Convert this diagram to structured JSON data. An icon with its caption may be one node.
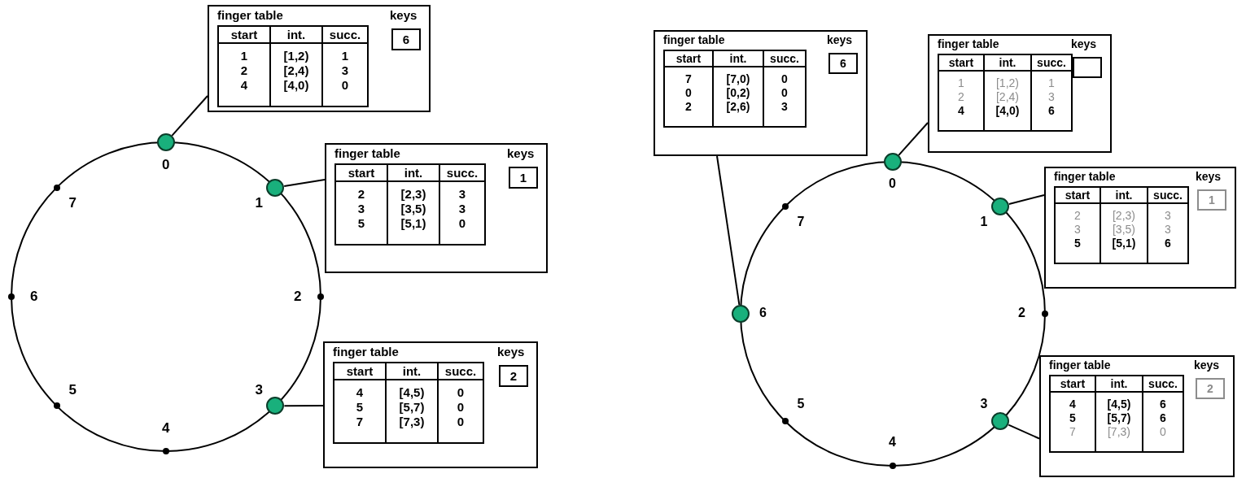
{
  "diagram": {
    "nodes": [
      {
        "text": [
          "finger table",
          "keys",
          "6",
          "start",
          "int.",
          "succ.",
          "1",
          "[1,2)",
          "1",
          "2",
          "[2,4)",
          "3",
          "4",
          "[4,0)",
          "0"
        ]
      },
      {
        "text": [
          "finger table",
          "keys",
          "1",
          "start",
          "int.",
          "succ.",
          "2",
          "[2,3)",
          "3",
          "3",
          "[3,5)",
          "3",
          "5",
          "[5,1)",
          "0"
        ]
      },
      {
        "text": [
          "finger table",
          "keys",
          "2",
          "start",
          "int.",
          "succ.",
          "4",
          "[4,5)",
          "0",
          "5",
          "[5,7)",
          "0",
          "7",
          "[7,3)",
          "0"
        ]
      },
      {
        "text": [],
        "shape": "circle",
        "beside": [
          "0"
        ]
      },
      {
        "text": [],
        "shape": "circle",
        "beside": [
          "1"
        ]
      },
      {
        "text": [],
        "shape": "circle",
        "beside": [
          "2"
        ]
      },
      {
        "text": [],
        "shape": "circle",
        "beside": [
          "3"
        ]
      },
      {
        "text": [],
        "shape": "circle",
        "beside": [
          "4"
        ]
      },
      {
        "text": [],
        "shape": "circle",
        "beside": [
          "5"
        ]
      },
      {
        "text": [],
        "shape": "circle",
        "beside": [
          "6"
        ]
      },
      {
        "text": [],
        "shape": "circle",
        "beside": [
          "7"
        ]
      },
      {
        "text": [
          "finger table",
          "keys",
          "6",
          "start",
          "int.",
          "succ.",
          "7",
          "[7,0)",
          "0",
          "0",
          "[0,2)",
          "0",
          "2",
          "[2,6)",
          "3"
        ]
      },
      {
        "text": [
          "finger table",
          "keys",
          "start",
          "int.",
          "succ.",
          "1",
          "[1,2)",
          "1",
          "2",
          "[2,4)",
          "3",
          "4",
          "[4,0)",
          "6"
        ]
      },
      {
        "text": [
          "finger table",
          "keys",
          "1",
          "start",
          "int.",
          "succ.",
          "2",
          "[2,3)",
          "3",
          "3",
          "[3,5)",
          "3",
          "5",
          "[5,1)",
          "6"
        ]
      },
      {
        "text": [
          "finger table",
          "keys",
          "2",
          "start",
          "int.",
          "succ.",
          "4",
          "[4,5)",
          "6",
          "5",
          "[5,7)",
          "6",
          "7",
          "[7,3)",
          "0"
        ]
      },
      {
        "text": [],
        "shape": "circle",
        "beside": [
          "0"
        ]
      },
      {
        "text": [],
        "shape": "circle",
        "beside": [
          "1"
        ]
      },
      {
        "text": [],
        "shape": "circle",
        "beside": [
          "2"
        ]
      },
      {
        "text": [],
        "shape": "circle",
        "beside": [
          "3"
        ]
      },
      {
        "text": [],
        "shape": "circle",
        "beside": [
          "4"
        ]
      },
      {
        "text": [],
        "shape": "circle",
        "beside": [
          "5"
        ]
      },
      {
        "text": [],
        "shape": "circle",
        "beside": [
          "6"
        ]
      },
      {
        "text": [],
        "shape": "circle",
        "beside": [
          "7"
        ]
      }
    ],
    "edges": [
      {
        "from": 0,
        "to": 3,
        "arrow": "none"
      },
      {
        "from": 1,
        "to": 4,
        "arrow": "none"
      },
      {
        "from": 2,
        "to": 6,
        "arrow": "none"
      },
      {
        "from": 11,
        "to": 21,
        "arrow": "none"
      },
      {
        "from": 12,
        "to": 15,
        "arrow": "none"
      },
      {
        "from": 13,
        "to": 16,
        "arrow": "none"
      },
      {
        "from": 14,
        "to": 18,
        "arrow": "none"
      }
    ]
  }
}
